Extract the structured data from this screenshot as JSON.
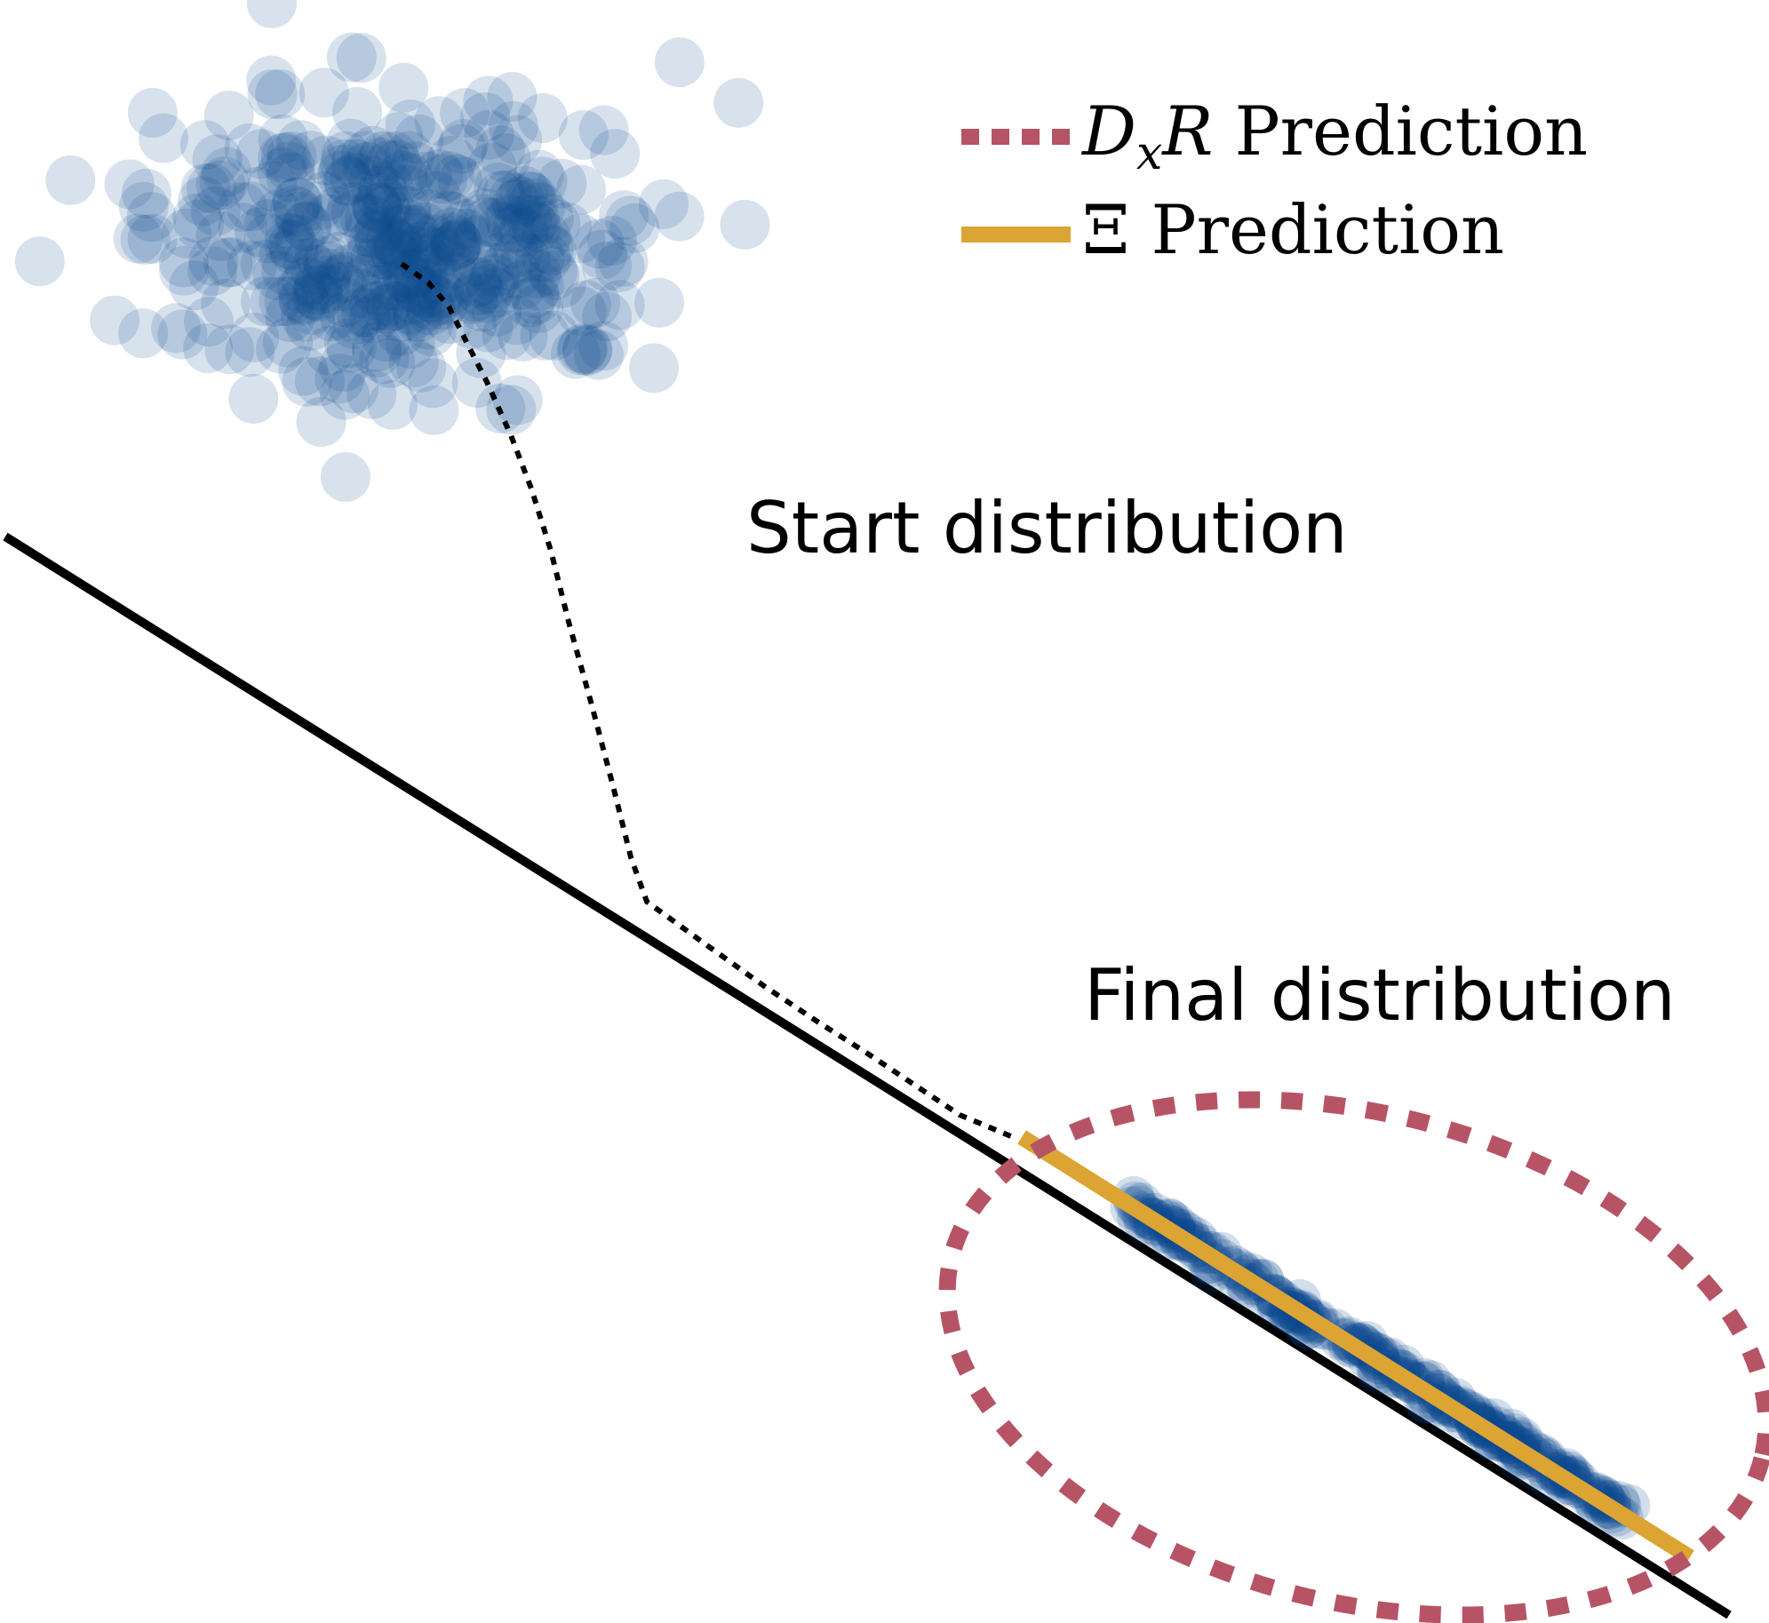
{
  "labels": {
    "start": "Start distribution",
    "final": "Final distribution"
  },
  "legend": {
    "dxr": {
      "symbol_main": "D",
      "symbol_sub": "x",
      "symbol_tail": "R",
      "text": "Prediction"
    },
    "xi": {
      "symbol": "Ξ",
      "text": "Prediction"
    }
  },
  "colors": {
    "points": "#0b4a92",
    "dxr_ellipse": "#b65465",
    "xi_line": "#dba433",
    "manifold_line": "#000000",
    "trajectory": "#000000"
  }
}
